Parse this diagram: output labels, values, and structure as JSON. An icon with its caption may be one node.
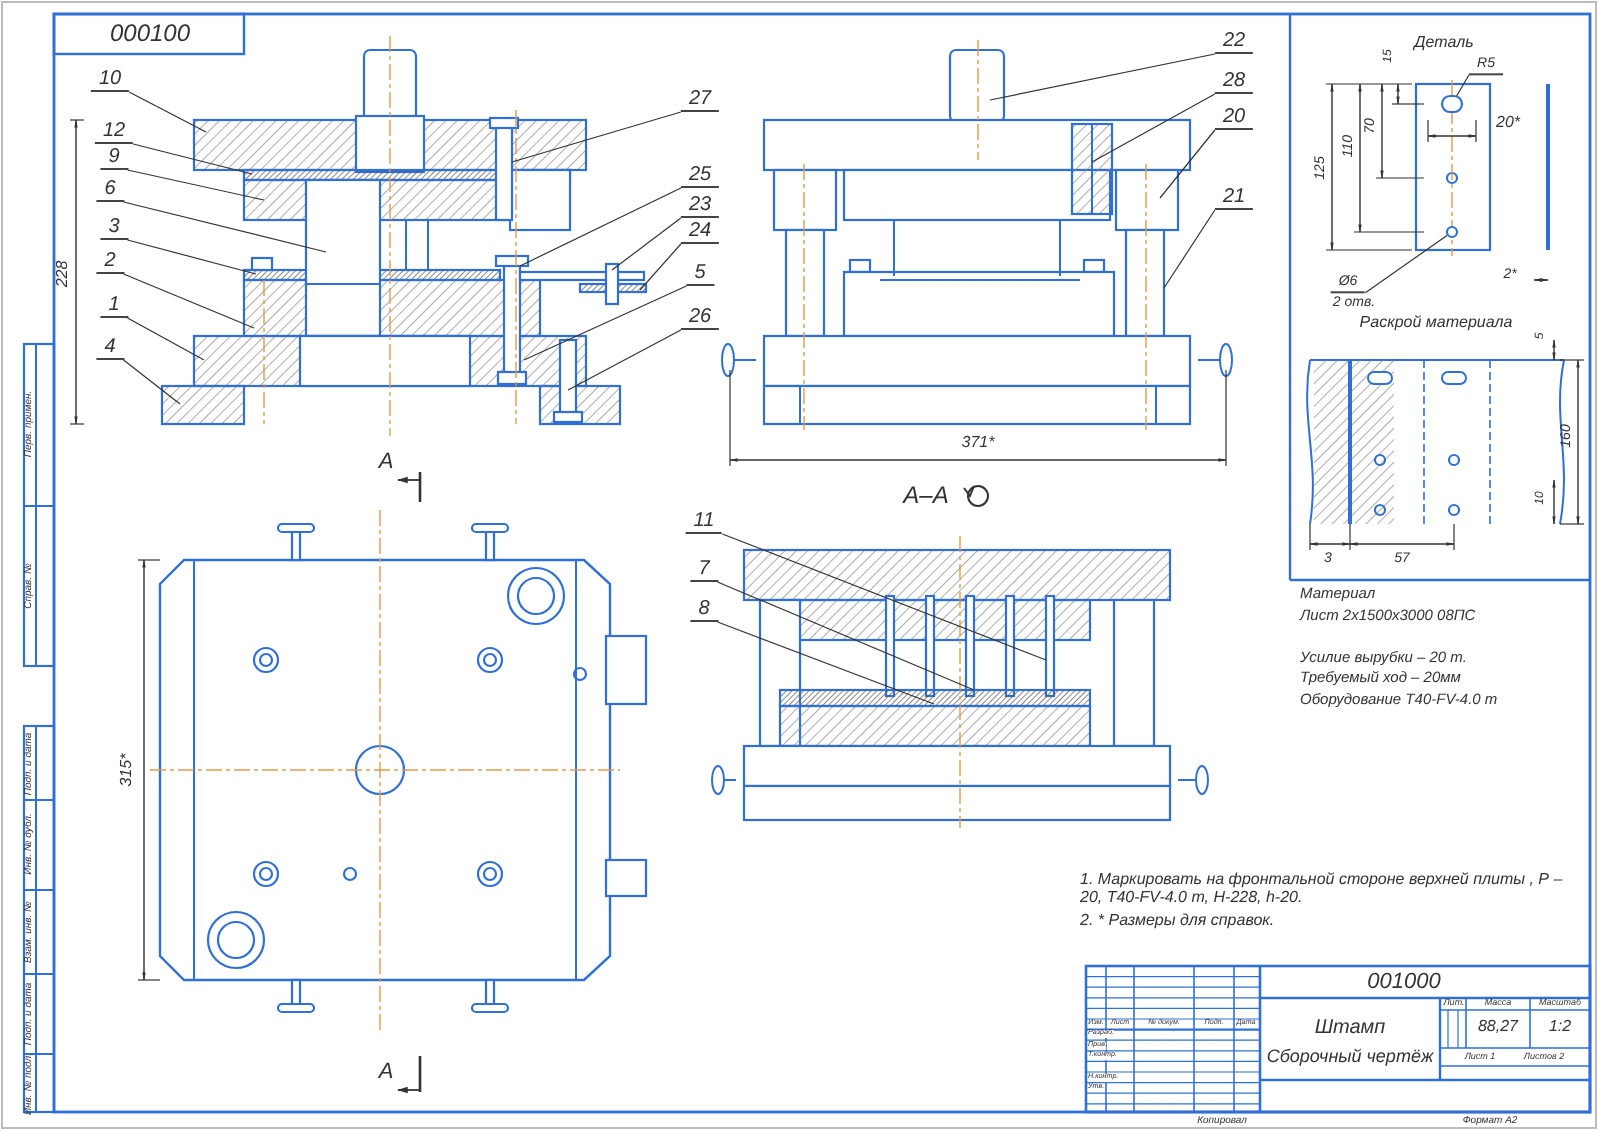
{
  "diagram": {
    "nodes": [
      {
        "text": [
          "10"
        ]
      },
      {
        "text": [
          "12"
        ]
      },
      {
        "text": [
          "9"
        ]
      },
      {
        "text": [
          "6"
        ]
      },
      {
        "text": [
          "3"
        ]
      },
      {
        "text": [
          "2"
        ]
      },
      {
        "text": [
          "1"
        ]
      },
      {
        "text": [
          "4"
        ]
      },
      {
        "text": [
          "27"
        ]
      },
      {
        "text": [
          "25"
        ]
      },
      {
        "text": [
          "23"
        ]
      },
      {
        "text": [
          "24"
        ]
      },
      {
        "text": [
          "5"
        ]
      },
      {
        "text": [
          "26"
        ]
      },
      {
        "text": [
          "22"
        ]
      },
      {
        "text": [
          "28"
        ]
      },
      {
        "text": [
          "20"
        ]
      },
      {
        "text": [
          "21"
        ]
      },
      {
        "text": [
          "11"
        ]
      },
      {
        "text": [
          "7"
        ]
      },
      {
        "text": [
          "8"
        ]
      },
      {
        "text": [
          "R5"
        ]
      },
      {
        "text": [
          "Ø6"
        ]
      },
      {
        "text": [],
        "shape": "box"
      },
      {
        "text": [],
        "shape": "circle"
      }
    ],
    "edges": [
      {
        "from": 0,
        "to": null,
        "arrow": "none"
      },
      {
        "from": 1,
        "to": null,
        "arrow": "none"
      },
      {
        "from": 2,
        "to": null,
        "arrow": "none"
      },
      {
        "from": 3,
        "to": null,
        "arrow": "none"
      },
      {
        "from": 4,
        "to": null,
        "arrow": "none"
      },
      {
        "from": 5,
        "to": null,
        "arrow": "none"
      },
      {
        "from": 6,
        "to": null,
        "arrow": "none"
      },
      {
        "from": 7,
        "to": null,
        "arrow": "none"
      },
      {
        "from": 8,
        "to": null,
        "arrow": "none"
      },
      {
        "from": 9,
        "to": null,
        "arrow": "none"
      },
      {
        "from": 10,
        "to": null,
        "arrow": "none"
      },
      {
        "from": 11,
        "to": null,
        "arrow": "none"
      },
      {
        "from": 12,
        "to": null,
        "arrow": "none"
      },
      {
        "from": 13,
        "to": null,
        "arrow": "none"
      },
      {
        "from": 14,
        "to": null,
        "arrow": "none"
      },
      {
        "from": 15,
        "to": null,
        "arrow": "none"
      },
      {
        "from": 16,
        "to": null,
        "arrow": "none"
      },
      {
        "from": 17,
        "to": null,
        "arrow": "none"
      },
      {
        "from": 18,
        "to": null,
        "arrow": "none"
      },
      {
        "from": 19,
        "to": null,
        "arrow": "none"
      },
      {
        "from": 20,
        "to": null,
        "arrow": "none"
      },
      {
        "from": 21,
        "to": 23,
        "arrow": "none"
      },
      {
        "from": 22,
        "to": 24,
        "arrow": "none"
      }
    ],
    "labels": [
      "000100",
      "Деталь",
      "15",
      "125",
      "110",
      "70",
      "20*",
      "2 отв.",
      "2*",
      "228",
      "371*",
      "А–А",
      "А",
      "Раскрой материала",
      "5",
      "160",
      "10",
      "3",
      "57",
      "315*",
      "Материал",
      "Лист 2х1500х3000 08ПС",
      "Усилие вырубки – 20 т.",
      "Требуемый ход – 20мм",
      "Оборудование T40-FV-4.0 т",
      "1. Маркировать на фронтальной стороне верхней плиты , Р – 20, Т40-FV-4.0 т, H-228, h-20.",
      "2. * Размеры для справок.",
      "А",
      "001000",
      "Лит.",
      "Масса",
      "Масштаб",
      "Изм.",
      "Лист",
      "№ докум.",
      "Подп.",
      "Дата",
      "Штамп",
      "Сборочный чертёж",
      "88,27",
      "1:2",
      "Разраб.",
      "Пров.",
      "Т.контр.",
      "Лист 1",
      "Листов 2",
      "Н.контр.",
      "Утв.",
      "Копировал",
      "Формат A2",
      "Перв. примен.",
      "Справ. №",
      "Подп. и дата",
      "Инв. № дубл.",
      "Взам. инв. №",
      "Подп. и дата",
      "Инв. № подл."
    ]
  }
}
